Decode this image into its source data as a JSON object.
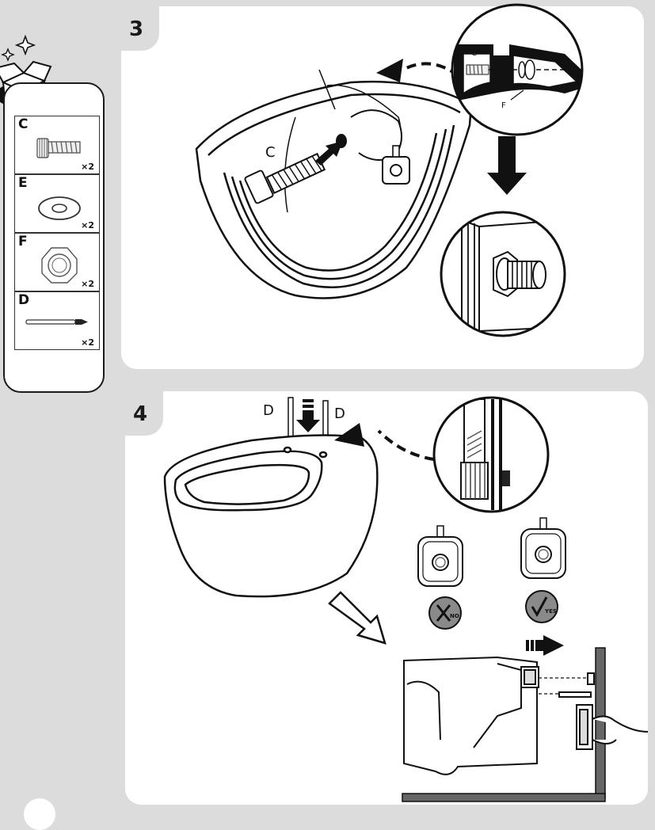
{
  "step3": {
    "number": "3",
    "label_c": "C",
    "inset_labels": {
      "c": "C",
      "e": "E",
      "f": "F"
    }
  },
  "step4": {
    "number": "4",
    "label_d1": "D",
    "label_d2": "D",
    "no_badge": "NO",
    "yes_badge": "YES"
  },
  "parts": [
    {
      "letter": "C",
      "qty": "×2",
      "icon": "threaded-bolt-icon"
    },
    {
      "letter": "E",
      "qty": "×2",
      "icon": "washer-icon"
    },
    {
      "letter": "F",
      "qty": "×2",
      "icon": "nut-icon"
    },
    {
      "letter": "D",
      "qty": "×2",
      "icon": "pin-icon"
    }
  ],
  "colors": {
    "background": "#dcdcdc",
    "panel": "#ffffff",
    "ink": "#1a1a1a",
    "badge": "#8a8a8a"
  }
}
